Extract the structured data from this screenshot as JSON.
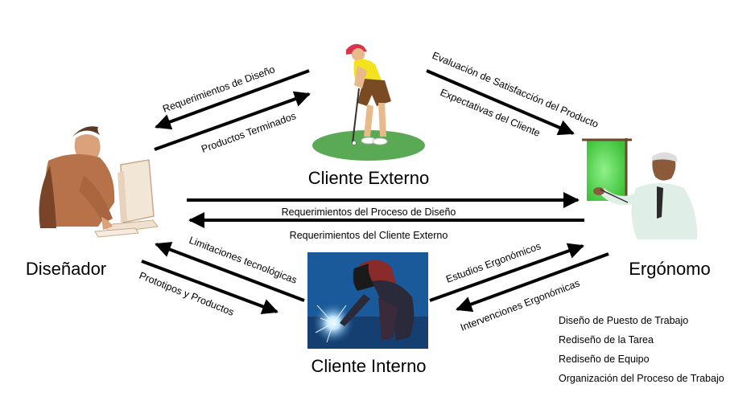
{
  "nodes": {
    "cliente_externo": "Cliente Externo",
    "disenador": "Diseñador",
    "ergonomo": "Ergónomo",
    "cliente_interno": "Cliente Interno"
  },
  "arrows": {
    "requerimientos_diseno": "Requerimientos de Diseño",
    "productos_terminados": "Productos Terminados",
    "evaluacion_satisfaccion": "Evaluación de Satisfacción del Producto",
    "expectativas_cliente": "Expectativas del Cliente",
    "requerimientos_proceso": "Requerimientos del Proceso de Diseño",
    "requerimientos_cliente_externo": "Requerimientos del Cliente Externo",
    "limitaciones_tecnologicas": "Limitaciones tecnológicas",
    "prototipos_productos": "Prototipos y Productos",
    "estudios_ergonomicos": "Estudios Ergonómicos",
    "intervenciones_ergonomicas": "Intervenciones Ergonómicas"
  },
  "interventions": [
    "Diseño de Puesto de Trabajo",
    "Rediseño de la Tarea",
    "Rediseño de Equipo",
    "Organización del Proceso de Trabajo"
  ],
  "colors": {
    "green_ellipse": "#5aaa55",
    "welding_bg": "#1a5a9a",
    "board_green": "#6fd96a"
  },
  "icons": [
    "golfer-illustration",
    "designer-at-computer-illustration",
    "ergonomist-presenting-illustration",
    "welder-illustration"
  ]
}
